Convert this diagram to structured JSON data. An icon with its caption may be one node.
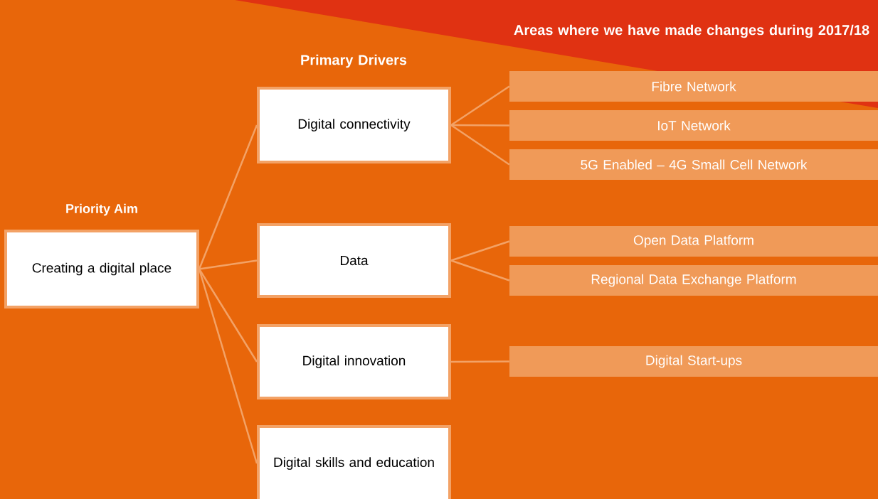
{
  "diagram": {
    "nodes": [
      {
        "text": [
          "Priority Aim",
          "Creating a digital place"
        ]
      },
      {
        "text": [
          "Digital connectivity"
        ]
      },
      {
        "text": [
          "Data"
        ]
      },
      {
        "text": [
          "Digital innovation"
        ]
      },
      {
        "text": [
          "Digital skills and education"
        ]
      },
      {
        "text": [
          "Fibre Network"
        ]
      },
      {
        "text": [
          "IoT Network"
        ]
      },
      {
        "text": [
          "5G Enabled – 4G Small Cell Network"
        ]
      },
      {
        "text": [
          "Open Data Platform"
        ]
      },
      {
        "text": [
          "Regional Data Exchange Platform"
        ]
      },
      {
        "text": [
          "Digital Start-ups"
        ]
      }
    ],
    "edges": [
      {
        "from": 0,
        "to": 1,
        "arrow": "none"
      },
      {
        "from": 0,
        "to": 2,
        "arrow": "none"
      },
      {
        "from": 0,
        "to": 3,
        "arrow": "none"
      },
      {
        "from": 0,
        "to": 4,
        "arrow": "none"
      },
      {
        "from": 1,
        "to": 5,
        "arrow": "none"
      },
      {
        "from": 1,
        "to": 6,
        "arrow": "none"
      },
      {
        "from": 1,
        "to": 7,
        "arrow": "none"
      },
      {
        "from": 2,
        "to": 8,
        "arrow": "none"
      },
      {
        "from": 2,
        "to": 9,
        "arrow": "none"
      },
      {
        "from": 3,
        "to": 10,
        "arrow": "none"
      }
    ],
    "labels": [
      "Areas where we have made changes during 2017/18",
      "Primary Drivers"
    ]
  }
}
